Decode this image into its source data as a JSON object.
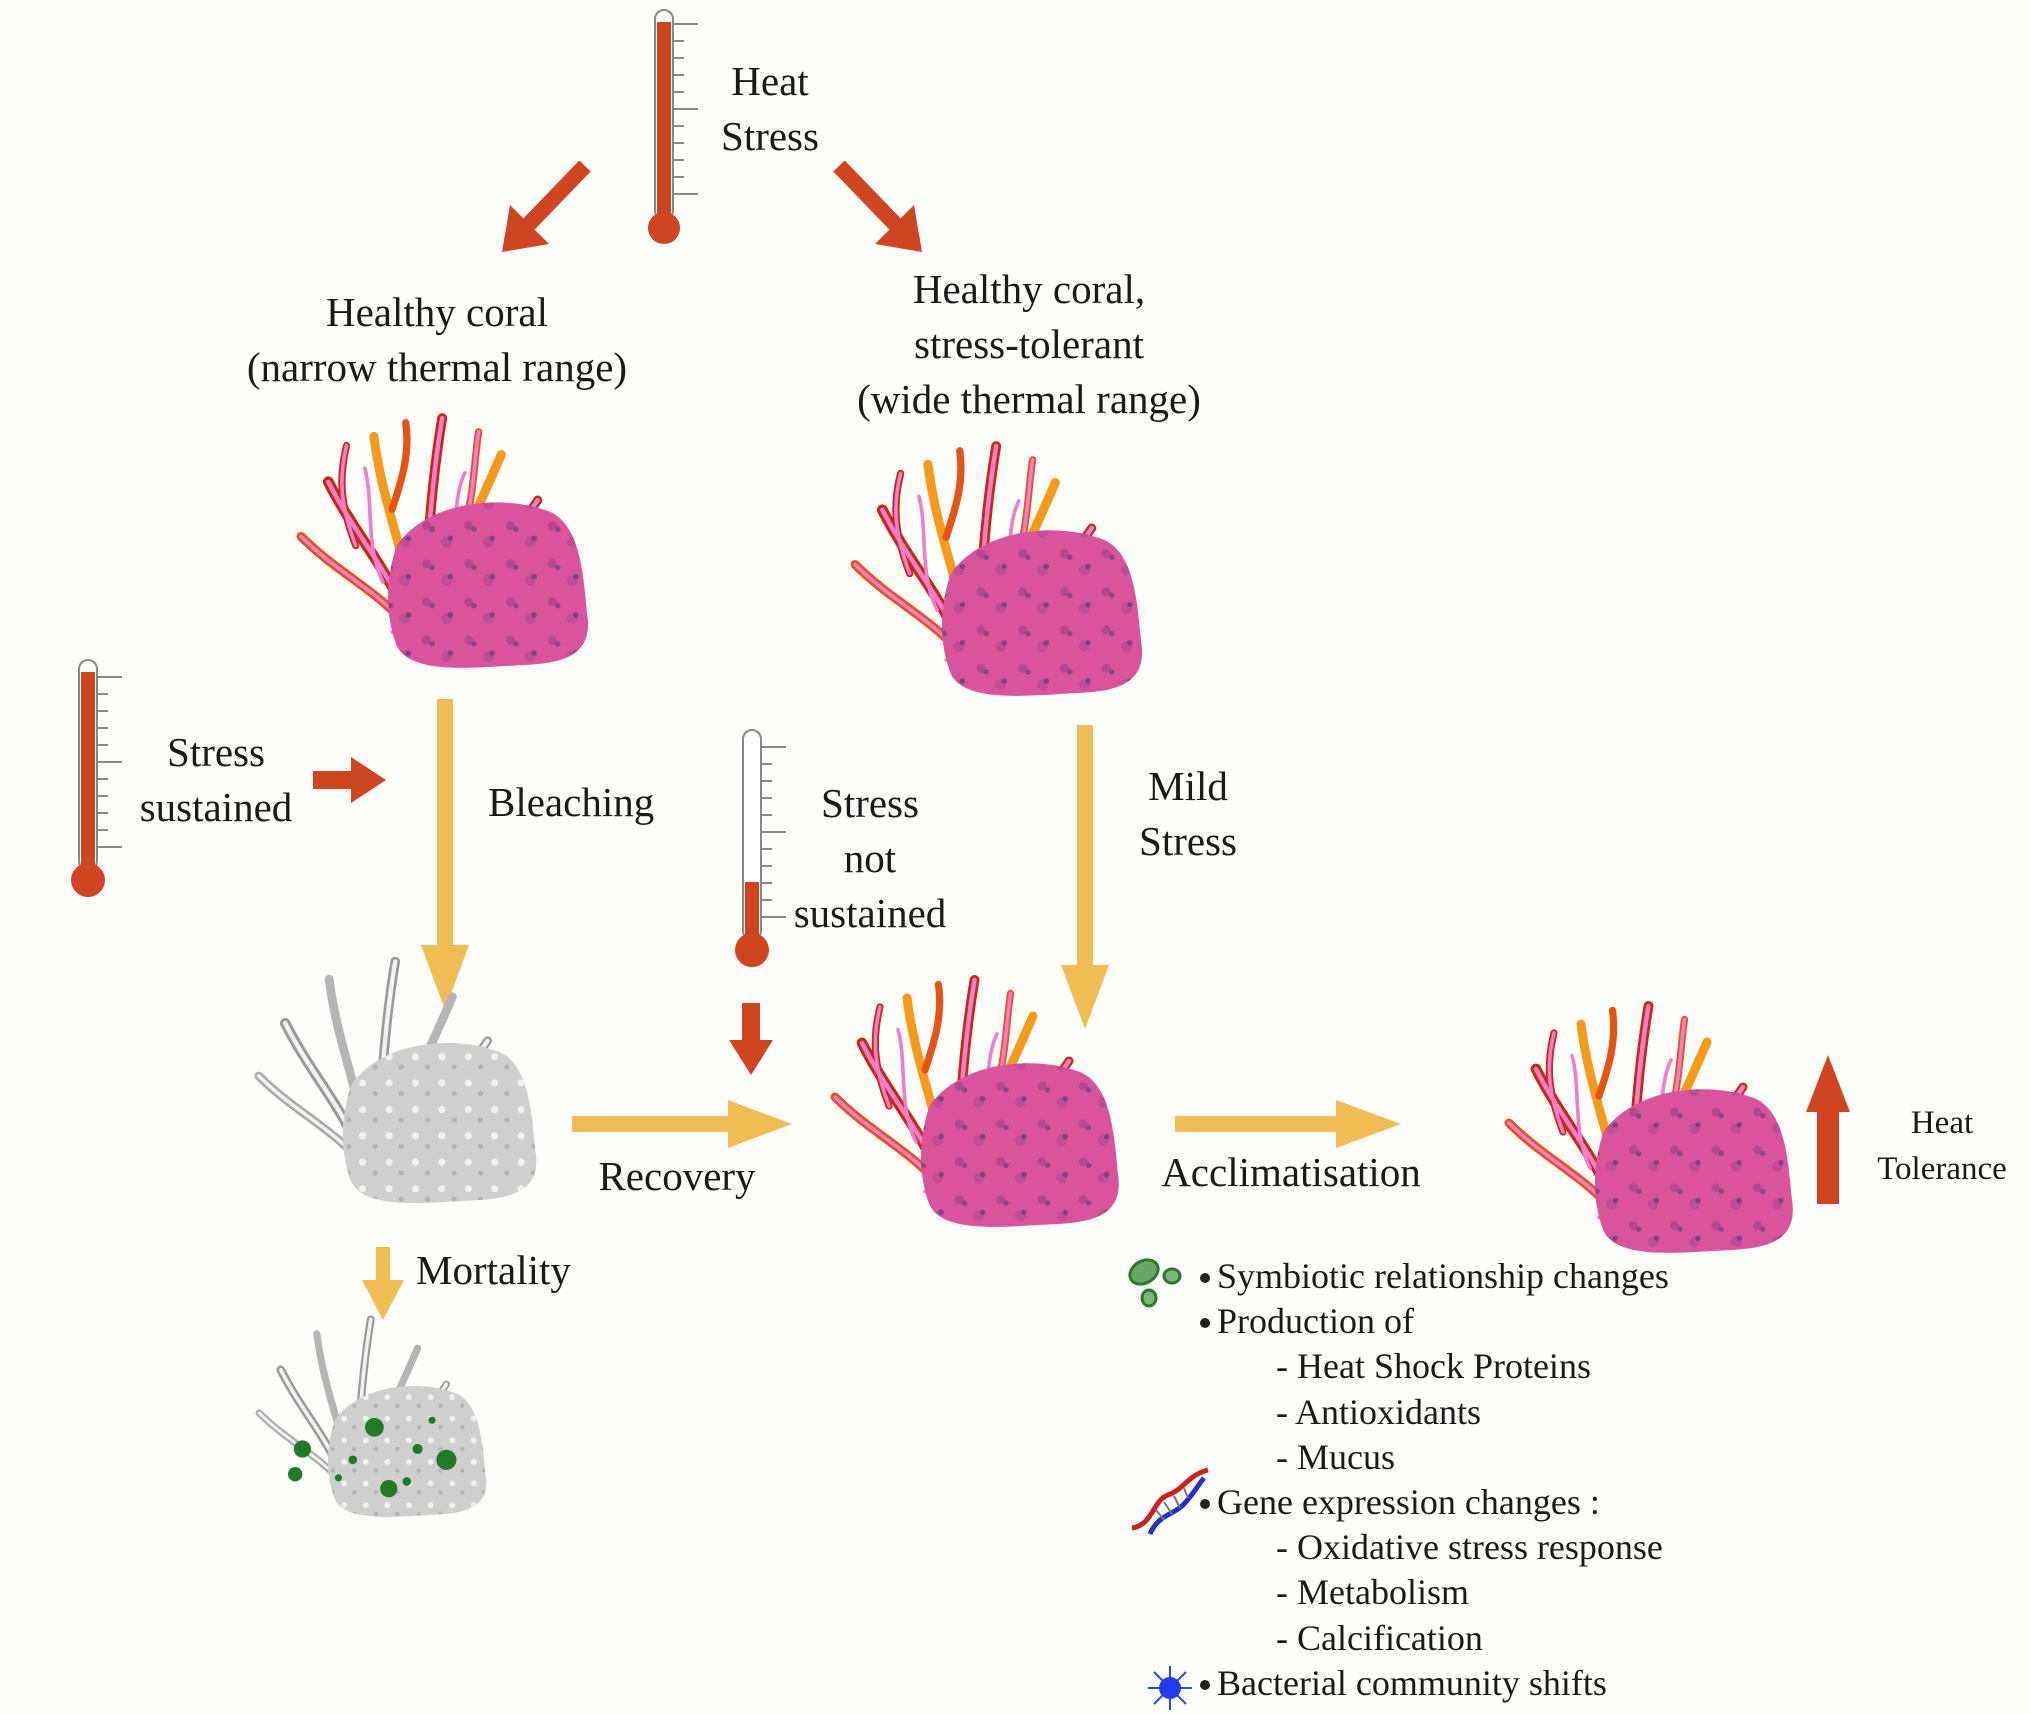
{
  "diagram": {
    "title_node": {
      "label_line1": "Heat",
      "label_line2": "Stress"
    },
    "nodes": {
      "narrow": {
        "line1": "Healthy coral",
        "line2": "(narrow thermal range)"
      },
      "wide": {
        "line1": "Healthy coral,",
        "line2": "stress-tolerant",
        "line3": "(wide thermal range)"
      }
    },
    "conditions": {
      "sustained": {
        "line1": "Stress",
        "line2": "sustained",
        "thermometer_fill": 1.0
      },
      "not_sustained": {
        "line1": "Stress",
        "line2": "not",
        "line3": "sustained",
        "thermometer_fill": 0.35
      },
      "heat_stress_thermometer_fill": 1.0
    },
    "transitions": {
      "bleaching": "Bleaching",
      "mild_stress_line1": "Mild",
      "mild_stress_line2": "Stress",
      "recovery": "Recovery",
      "acclimatisation": "Acclimatisation",
      "mortality": "Mortality"
    },
    "outcome": {
      "line1": "Heat",
      "line2": "Tolerance"
    },
    "mechanisms": [
      {
        "icon": "symbiont-icon",
        "text": "Symbiotic relationship changes",
        "level": 0
      },
      {
        "icon": null,
        "text": "Production of",
        "level": 0
      },
      {
        "icon": null,
        "text": "- Heat Shock Proteins",
        "level": 1
      },
      {
        "icon": null,
        "text": "- Antioxidants",
        "level": 1
      },
      {
        "icon": null,
        "text": "- Mucus",
        "level": 1
      },
      {
        "icon": "dna-icon",
        "text": "Gene expression changes :",
        "level": 0
      },
      {
        "icon": null,
        "text": "- Oxidative stress response",
        "level": 1
      },
      {
        "icon": null,
        "text": "- Metabolism",
        "level": 1
      },
      {
        "icon": null,
        "text": "- Calcification",
        "level": 1
      },
      {
        "icon": "bacteria-icon",
        "text": "Bacterial community shifts",
        "level": 0
      }
    ],
    "colors": {
      "heat_red": "#cf4520",
      "flow_yellow": "#f0bd55",
      "coral_pink": "#d9549b",
      "branch_pink": "#ee7fcf",
      "branch_red": "#c52a10",
      "branch_orange": "#f69a1c",
      "bleached_gray": "#c8c8c8",
      "algae_green": "#1f7a2a"
    }
  }
}
